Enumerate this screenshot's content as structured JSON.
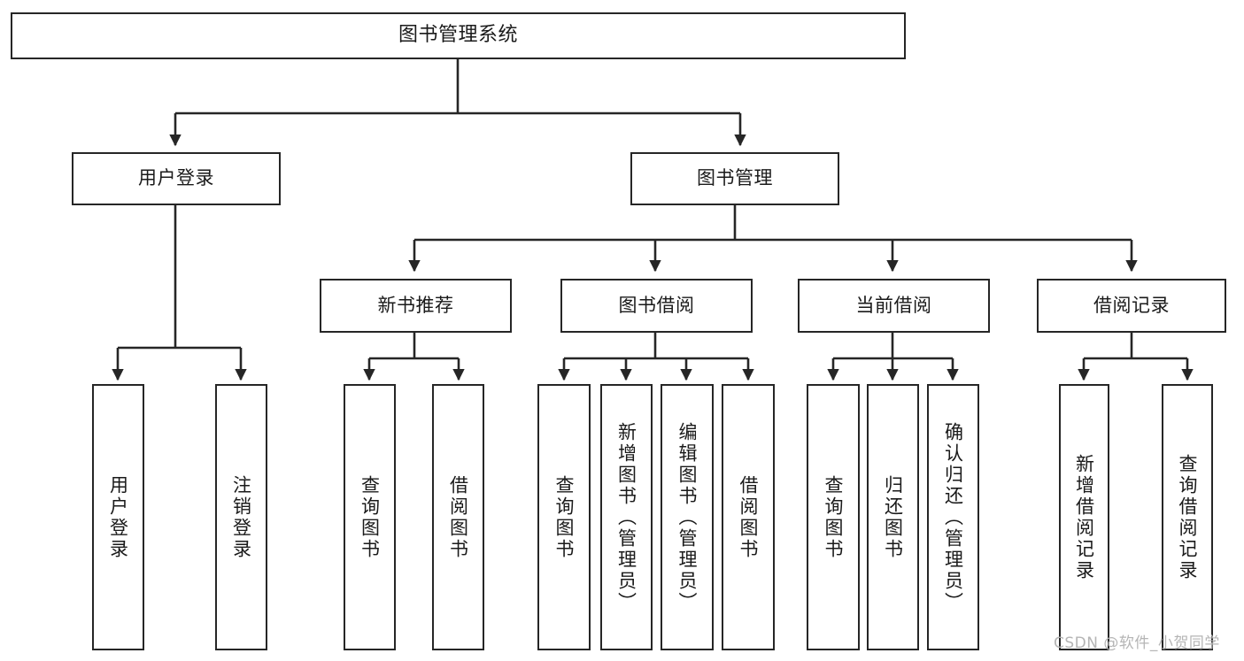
{
  "diagram": {
    "title": "图书管理系统",
    "type": "tree-hierarchy",
    "watermark": "CSDN @软件_小贺同学",
    "colors": {
      "stroke": "#262626",
      "fill": "#ffffff",
      "text": "#1a1a1a",
      "watermark": "#b5b5b5"
    },
    "nodes": {
      "root": {
        "label": "图书管理系统",
        "level": 1
      },
      "l2": [
        {
          "id": "user-login",
          "label": "用户登录",
          "level": 2
        },
        {
          "id": "book-manage",
          "label": "图书管理",
          "level": 2
        }
      ],
      "l3": [
        {
          "id": "new-book-rec",
          "label": "新书推荐",
          "level": 3
        },
        {
          "id": "book-borrow",
          "label": "图书借阅",
          "level": 3
        },
        {
          "id": "current-borrow",
          "label": "当前借阅",
          "level": 3
        },
        {
          "id": "borrow-record",
          "label": "借阅记录",
          "level": 3
        }
      ],
      "leaves": [
        {
          "id": "leaf-user-login",
          "label": "用户登录",
          "parent": "user-login"
        },
        {
          "id": "leaf-user-logout",
          "label": "注销登录",
          "parent": "user-login"
        },
        {
          "id": "leaf-query-book-1",
          "label": "查询图书",
          "parent": "new-book-rec"
        },
        {
          "id": "leaf-borrow-book-1",
          "label": "借阅图书",
          "parent": "new-book-rec"
        },
        {
          "id": "leaf-query-book-2",
          "label": "查询图书",
          "parent": "book-borrow"
        },
        {
          "id": "leaf-add-book",
          "label": "新增图书（管理员）",
          "parent": "book-borrow"
        },
        {
          "id": "leaf-edit-book",
          "label": "编辑图书（管理员）",
          "parent": "book-borrow"
        },
        {
          "id": "leaf-borrow-book-2",
          "label": "借阅图书",
          "parent": "book-borrow"
        },
        {
          "id": "leaf-query-book-3",
          "label": "查询图书",
          "parent": "current-borrow"
        },
        {
          "id": "leaf-return-book",
          "label": "归还图书",
          "parent": "current-borrow"
        },
        {
          "id": "leaf-confirm-return",
          "label": "确认归还（管理员）",
          "parent": "current-borrow"
        },
        {
          "id": "leaf-add-record",
          "label": "新增借阅记录",
          "parent": "borrow-record"
        },
        {
          "id": "leaf-query-record",
          "label": "查询借阅记录",
          "parent": "borrow-record"
        }
      ]
    }
  }
}
